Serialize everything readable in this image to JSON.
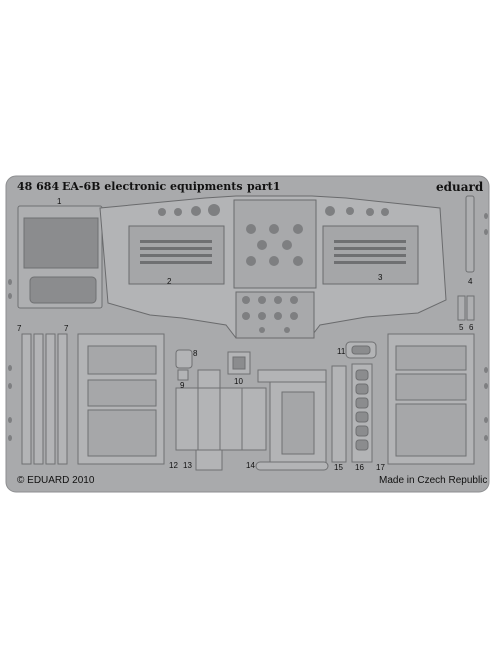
{
  "header": {
    "code": "48 684",
    "title": "EA-6B electronic equipments",
    "part": "part1",
    "brand": "eduard"
  },
  "footer": {
    "copyright": "© EDUARD 2010",
    "origin": "Made in Czech Republic"
  },
  "part_numbers": [
    "1",
    "2",
    "3",
    "4",
    "5",
    "6",
    "7",
    "7",
    "8",
    "9",
    "10",
    "11",
    "12",
    "13",
    "14",
    "15",
    "16",
    "17"
  ],
  "colors": {
    "background": "#ffffff",
    "fret": "#a9aaac",
    "part_edge": "#6f7072",
    "etch_line": "#5d5e60"
  }
}
